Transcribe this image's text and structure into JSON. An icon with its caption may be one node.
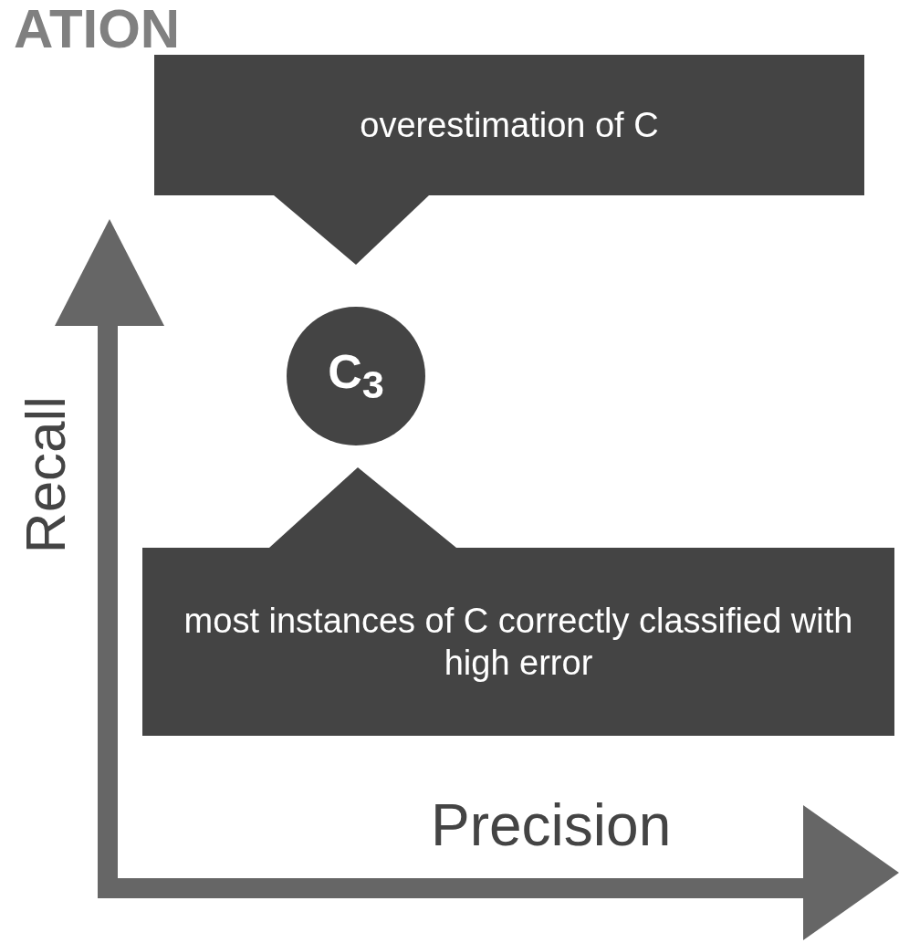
{
  "diagram": {
    "nodes": [
      {
        "text": [
          "overestimation of C"
        ]
      },
      {
        "text": [
          "C$_{3}$"
        ]
      },
      {
        "text": [
          "most instances of C correctly classified with high error"
        ]
      }
    ],
    "edges": [],
    "labels": [
      "ATION",
      "Recall",
      "Precision"
    ]
  }
}
